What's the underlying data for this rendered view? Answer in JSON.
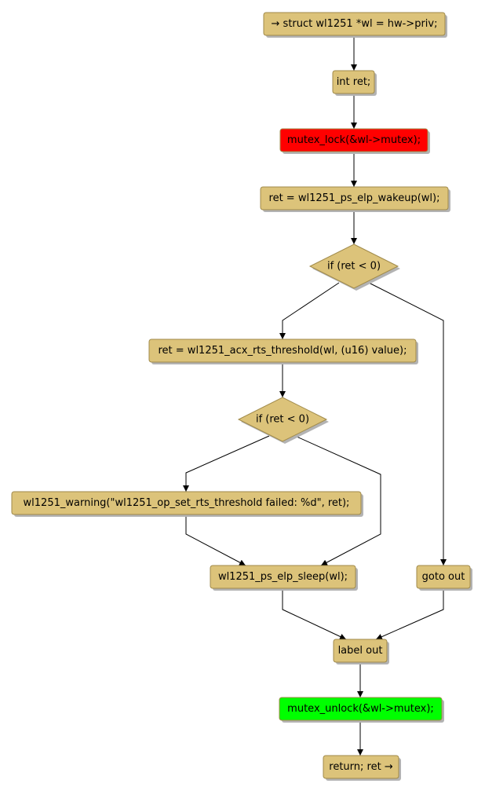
{
  "colors": {
    "box_fill": "#dcc37a",
    "box_stroke": "#a08a4a",
    "lock_fill": "#ff0000",
    "unlock_fill": "#00ff00",
    "edge": "#000000"
  },
  "flowchart": {
    "nodes": [
      {
        "id": "struct-decl",
        "label": "→ struct wl1251 *wl = hw->priv;",
        "shape": "box"
      },
      {
        "id": "int-ret",
        "label": "int ret;",
        "shape": "box"
      },
      {
        "id": "mutex-lock",
        "label": "mutex_lock(&wl->mutex);",
        "shape": "box",
        "color": "lock"
      },
      {
        "id": "elp-wakeup",
        "label": "ret = wl1251_ps_elp_wakeup(wl);",
        "shape": "box"
      },
      {
        "id": "if-ret-1",
        "label": "if (ret < 0)",
        "shape": "diamond"
      },
      {
        "id": "acx-rts",
        "label": "ret = wl1251_acx_rts_threshold(wl, (u16) value);",
        "shape": "box"
      },
      {
        "id": "if-ret-2",
        "label": "if (ret < 0)",
        "shape": "diamond"
      },
      {
        "id": "warning",
        "label": "wl1251_warning(\"wl1251_op_set_rts_threshold failed: %d\", ret);",
        "shape": "box"
      },
      {
        "id": "elp-sleep",
        "label": "wl1251_ps_elp_sleep(wl);",
        "shape": "box"
      },
      {
        "id": "goto-out",
        "label": "goto out",
        "shape": "box"
      },
      {
        "id": "label-out",
        "label": "label out",
        "shape": "box"
      },
      {
        "id": "mutex-unlock",
        "label": "mutex_unlock(&wl->mutex);",
        "shape": "box",
        "color": "unlock"
      },
      {
        "id": "return-ret",
        "label": "return; ret →",
        "shape": "box"
      }
    ],
    "edges": [
      [
        "struct-decl",
        "int-ret"
      ],
      [
        "int-ret",
        "mutex-lock"
      ],
      [
        "mutex-lock",
        "elp-wakeup"
      ],
      [
        "elp-wakeup",
        "if-ret-1"
      ],
      [
        "if-ret-1",
        "acx-rts"
      ],
      [
        "if-ret-1",
        "goto-out"
      ],
      [
        "acx-rts",
        "if-ret-2"
      ],
      [
        "if-ret-2",
        "warning"
      ],
      [
        "if-ret-2",
        "elp-sleep"
      ],
      [
        "warning",
        "elp-sleep"
      ],
      [
        "elp-sleep",
        "label-out"
      ],
      [
        "goto-out",
        "label-out"
      ],
      [
        "label-out",
        "mutex-unlock"
      ],
      [
        "mutex-unlock",
        "return-ret"
      ]
    ]
  }
}
